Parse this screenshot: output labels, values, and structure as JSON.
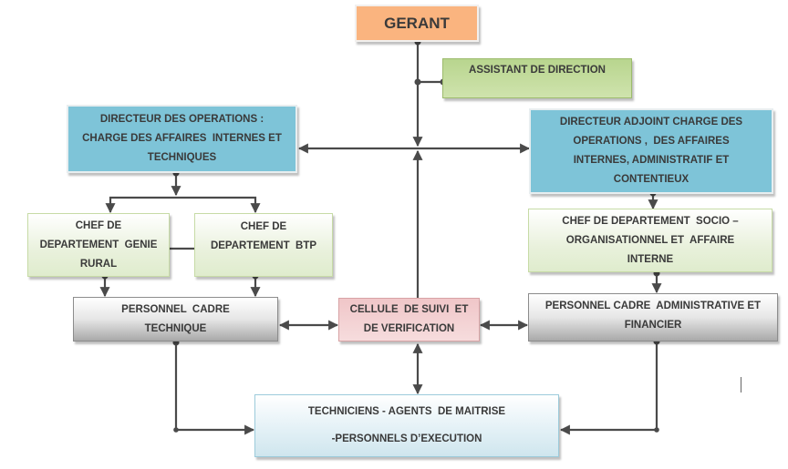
{
  "title": "Organigramme",
  "boxes": {
    "gerant": {
      "lines": [
        "GERANT"
      ],
      "color": "#fab47f"
    },
    "assistant": {
      "lines": [
        "ASSISTANT DE DIRECTION",
        " "
      ],
      "color": "#c4dc9c"
    },
    "dir_operations": {
      "lines": [
        "DIRECTEUR DES OPERATIONS :",
        "CHARGE DES AFFAIRES  INTERNES ET",
        "TECHNIQUES"
      ],
      "color": "#7ec4d8"
    },
    "dir_adjoint": {
      "lines": [
        "DIRECTEUR ADJOINT CHARGE DES",
        "OPERATIONS ,  DES AFFAIRES",
        "INTERNES, ADMINISTRATIF ET",
        "CONTENTIEUX"
      ],
      "color": "#7ec4d8"
    },
    "chef_genie_rural": {
      "lines": [
        "CHEF DE",
        "DEPARTEMENT  GENIE",
        "RURAL"
      ],
      "color": "#e9f1dc"
    },
    "chef_btp": {
      "lines": [
        "CHEF DE",
        "DEPARTEMENT  BTP",
        " "
      ],
      "color": "#e9f1dc"
    },
    "chef_socio": {
      "lines": [
        "CHEF DE DEPARTEMENT  SOCIO –",
        "ORGANISATIONNEL ET  AFFAIRE",
        "INTERNE"
      ],
      "color": "#e9f1dc"
    },
    "personnel_technique": {
      "lines": [
        "PERSONNEL  CADRE",
        "TECHNIQUE"
      ],
      "color": "#d0d0d0"
    },
    "cellule": {
      "lines": [
        "CELLULE  DE SUIVI  ET",
        "DE VERIFICATION"
      ],
      "color": "#f3d0d2"
    },
    "personnel_admin": {
      "lines": [
        "PERSONNEL CADRE  ADMINISTRATIVE ET",
        "FINANCIER"
      ],
      "color": "#d0d0d0"
    },
    "techniciens": {
      "lines": [
        "TECHNICIENS - AGENTS  DE MAITRISE",
        "",
        "-PERSONNELS D’EXECUTION"
      ],
      "color": "#e6f2f7"
    }
  },
  "connector_color": "#4a4a4a"
}
